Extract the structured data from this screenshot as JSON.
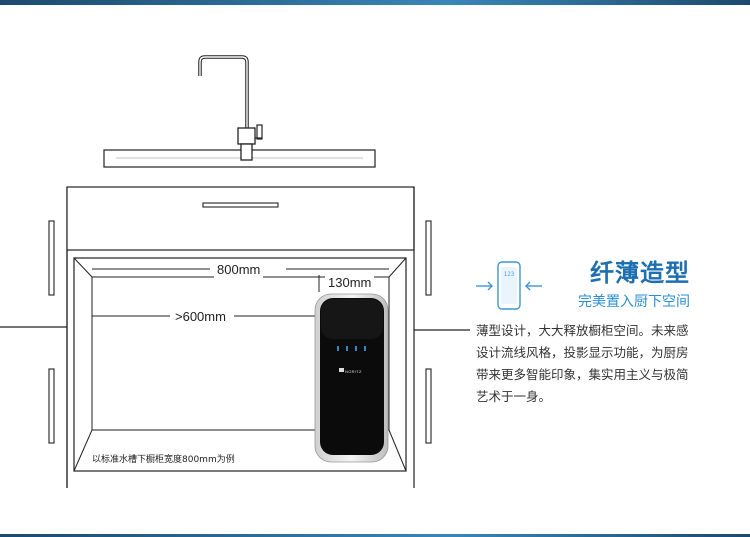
{
  "dimensions": {
    "width_label": "800mm",
    "min_label": ">600mm",
    "depth_label": "130mm"
  },
  "caption": "以标准水槽下橱柜宽度800mm为例",
  "product": {
    "brand": "NORITZ",
    "display_value": "123"
  },
  "feature": {
    "title": "纤薄造型",
    "subtitle": "完美置入厨下空间",
    "description": "薄型设计，大大释放橱柜空间。未来感设计流线风格，投影显示功能，为厨房带来更多智能印象，集实用主义与极简艺术于一身。"
  },
  "colors": {
    "accent": "#1e6fb0",
    "accent_light": "#2a8fd0",
    "band": "#1b4a6e"
  },
  "icons": [
    "arrow-right-icon",
    "arrow-left-icon",
    "display-panel-icon",
    "faucet-icon"
  ]
}
